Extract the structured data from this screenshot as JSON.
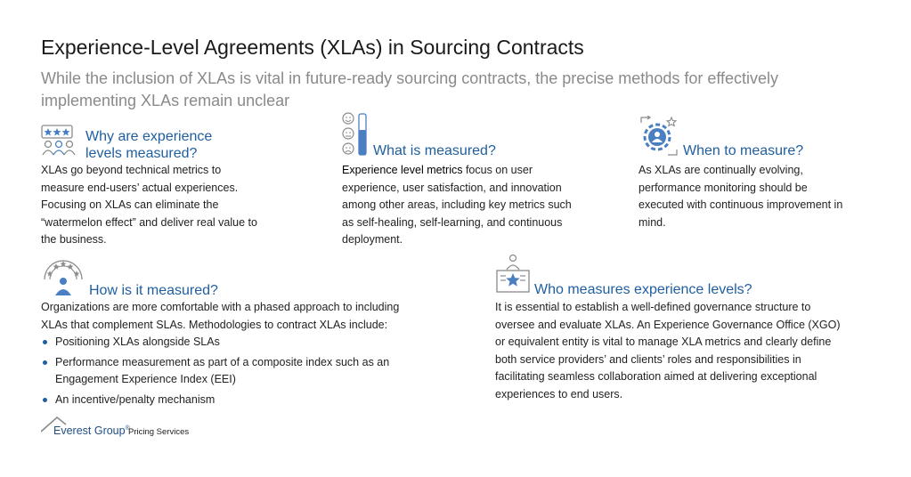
{
  "header": {
    "title": "Experience-Level Agreements (XLAs) in Sourcing Contracts",
    "subtitle": "While the inclusion of XLAs is vital in future-ready sourcing contracts, the precise methods for effectively implementing XLAs remain unclear"
  },
  "why": {
    "heading_line1": "Why are experience",
    "heading_line2": "levels measured?",
    "body": "XLAs go beyond technical metrics to measure end-users’ actual experiences. Focusing on XLAs can eliminate the “watermelon effect” and deliver real value to the business.",
    "icon": "rating-users-icon"
  },
  "what": {
    "heading": "What is measured?",
    "lead": "Experience level metrics",
    "body": " focus on user experience, user satisfaction, and innovation among other areas, including key metrics such as self-healing, self-learning, and continuous deployment.",
    "icon": "satisfaction-meter-icon"
  },
  "when": {
    "heading": "When to measure?",
    "body": "As XLAs are continually evolving, performance monitoring should be executed with continuous improvement in mind.",
    "icon": "gear-cycle-icon"
  },
  "how": {
    "heading": "How is it measured?",
    "body": "Organizations are more comfortable with a phased approach to including XLAs that complement SLAs. Methodologies to contract XLAs include:",
    "bullets": [
      "Positioning XLAs alongside SLAs",
      "Performance measurement as part of a composite index such as an Engagement Experience Index (EEI)",
      "An incentive/penalty mechanism"
    ],
    "icon": "rating-gauge-icon"
  },
  "who": {
    "heading": "Who measures experience levels?",
    "body": "It is essential to establish a well-defined governance structure to oversee and evaluate XLAs. An Experience Governance Office (XGO) or equivalent entity is vital to manage XLA metrics and clearly define both service providers’ and clients’ roles and responsibilities in facilitating seamless collaboration aimed at delivering exceptional experiences to end users.",
    "icon": "presenter-star-icon"
  },
  "footer": {
    "brand": "Everest Group",
    "registered": "®",
    "service": "Pricing Services"
  },
  "colors": {
    "accent": "#1f5fa0",
    "icon_gray": "#8a8a8a",
    "icon_blue": "#4a7fc1"
  }
}
